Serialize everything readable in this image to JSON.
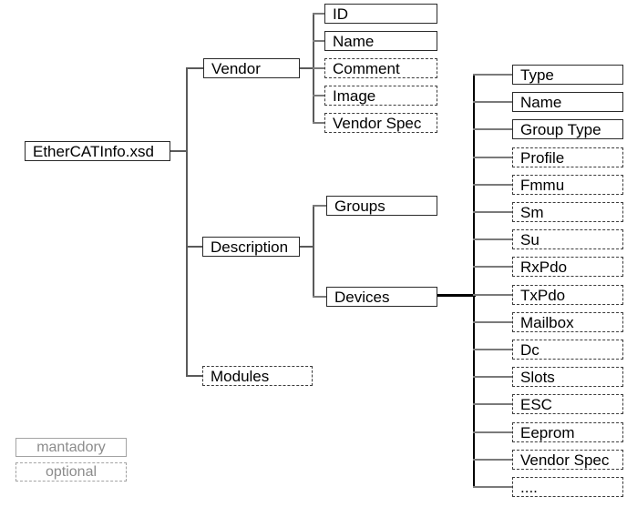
{
  "diagram": {
    "root": {
      "label": "EtherCATInfo.xsd",
      "style": "mandatory"
    },
    "level1": [
      {
        "label": "Vendor",
        "style": "mandatory"
      },
      {
        "label": "Description",
        "style": "mandatory"
      },
      {
        "label": "Modules",
        "style": "optional"
      }
    ],
    "vendor_children": [
      {
        "label": "ID",
        "style": "mandatory"
      },
      {
        "label": "Name",
        "style": "mandatory"
      },
      {
        "label": "Comment",
        "style": "optional"
      },
      {
        "label": "Image",
        "style": "optional"
      },
      {
        "label": "Vendor Spec",
        "style": "optional"
      }
    ],
    "description_children": [
      {
        "label": "Groups",
        "style": "mandatory"
      },
      {
        "label": "Devices",
        "style": "mandatory"
      }
    ],
    "devices_children": [
      {
        "label": "Type",
        "style": "mandatory"
      },
      {
        "label": "Name",
        "style": "mandatory"
      },
      {
        "label": "Group Type",
        "style": "mandatory"
      },
      {
        "label": "Profile",
        "style": "optional"
      },
      {
        "label": "Fmmu",
        "style": "optional"
      },
      {
        "label": "Sm",
        "style": "optional"
      },
      {
        "label": "Su",
        "style": "optional"
      },
      {
        "label": "RxPdo",
        "style": "optional"
      },
      {
        "label": "TxPdo",
        "style": "optional"
      },
      {
        "label": "Mailbox",
        "style": "optional"
      },
      {
        "label": "Dc",
        "style": "optional"
      },
      {
        "label": "Slots",
        "style": "optional"
      },
      {
        "label": "ESC",
        "style": "optional"
      },
      {
        "label": "Eeprom",
        "style": "optional"
      },
      {
        "label": "Vendor Spec",
        "style": "optional"
      },
      {
        "label": "....",
        "style": "optional"
      }
    ],
    "legend": [
      {
        "label": "mantadory",
        "style": "mandatory"
      },
      {
        "label": "optional",
        "style": "optional"
      }
    ],
    "colors": {
      "background": "#ffffff",
      "box_border": "#2a2a2a",
      "connector": "#5a5a5a",
      "thick_connector": "#000000",
      "legend_border": "#a3a3a3",
      "legend_text": "#8c8c8c"
    }
  }
}
